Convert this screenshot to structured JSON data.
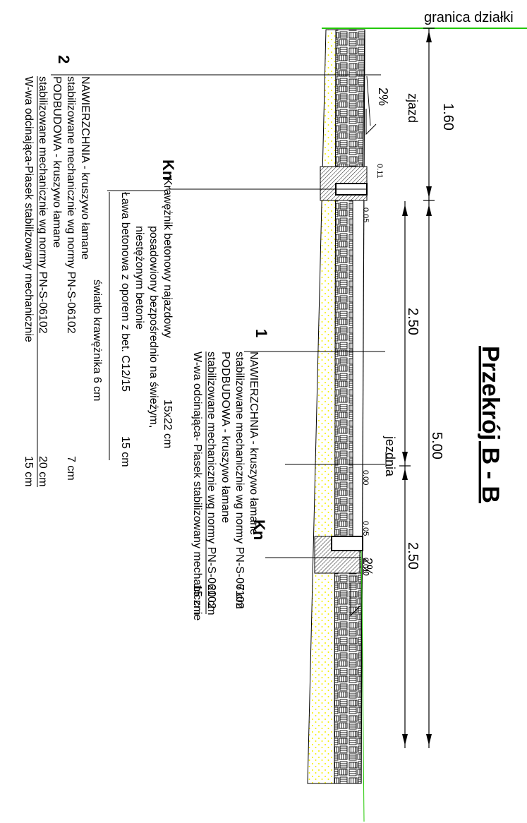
{
  "title": "Przekrój B - B",
  "boundary_label": "granica działki",
  "dimensions": {
    "zjazd_value": "1.60",
    "zjazd_label": "zjazd",
    "lane_left": "2.50",
    "lane_right": "2.50",
    "total": "5.00",
    "jezdnia_label": "jezdnia",
    "axis_level": "0.00"
  },
  "slopes": {
    "zjazd": "2%",
    "jezdnia": "2%"
  },
  "levels": {
    "kerb_left_top": "0.11",
    "kerb_left_bottom": "0.05",
    "kerb_right_top": "0.05",
    "kerb_right_bottom": "0.01"
  },
  "kerb_tag": "Kn",
  "legend_1": {
    "number": "1",
    "layers": [
      {
        "name": "NAWIERZCHNIA - kruszywo łamane",
        "value": ""
      },
      {
        "name": "stabilizowane mechanicznie wg normy PN-S-06102",
        "value": "7 cm"
      },
      {
        "name": "PODBUDOWA - kruszywo łamane",
        "value": ""
      },
      {
        "name": "stabilizowane mechanicznie wg normy PN-S-06102",
        "value": "20 cm"
      },
      {
        "name": "W-wa odcinająca- Piasek stabilizowany mechanicznie",
        "value": "15 cm"
      }
    ]
  },
  "legend_2": {
    "number": "2",
    "layers": [
      {
        "name": "NAWIERZCHNIA - kruszywo łamane",
        "value": ""
      },
      {
        "name": "stabilizowane mechanicznie wg normy PN-S-06102",
        "value": "7 cm"
      },
      {
        "name": "PODBUDOWA - kruszywo łamane",
        "value": ""
      },
      {
        "name": "stabilizowane mechanicznie wg normy PN-S-06102",
        "value": "20 cm"
      },
      {
        "name": "W-wa odcinająca-Piasek stabilizowany mechanicznie",
        "value": "15 cm"
      }
    ]
  },
  "kerb_legend": {
    "tag": "Kn",
    "line1": "Krawężnik betonowy najazdowy",
    "line1_value": "15x22 cm",
    "line2": "posadowiony bezpośrednio na świeżym,",
    "line3": "niestężonym betonie",
    "line4": "Ława betonowa z oporem z bet. C12/15",
    "line4_value": "15 cm",
    "line5": "światło krawężnika 6 cm"
  },
  "colors": {
    "boundary": "#22c800",
    "sand": "#f5f000",
    "ink": "#000000"
  }
}
